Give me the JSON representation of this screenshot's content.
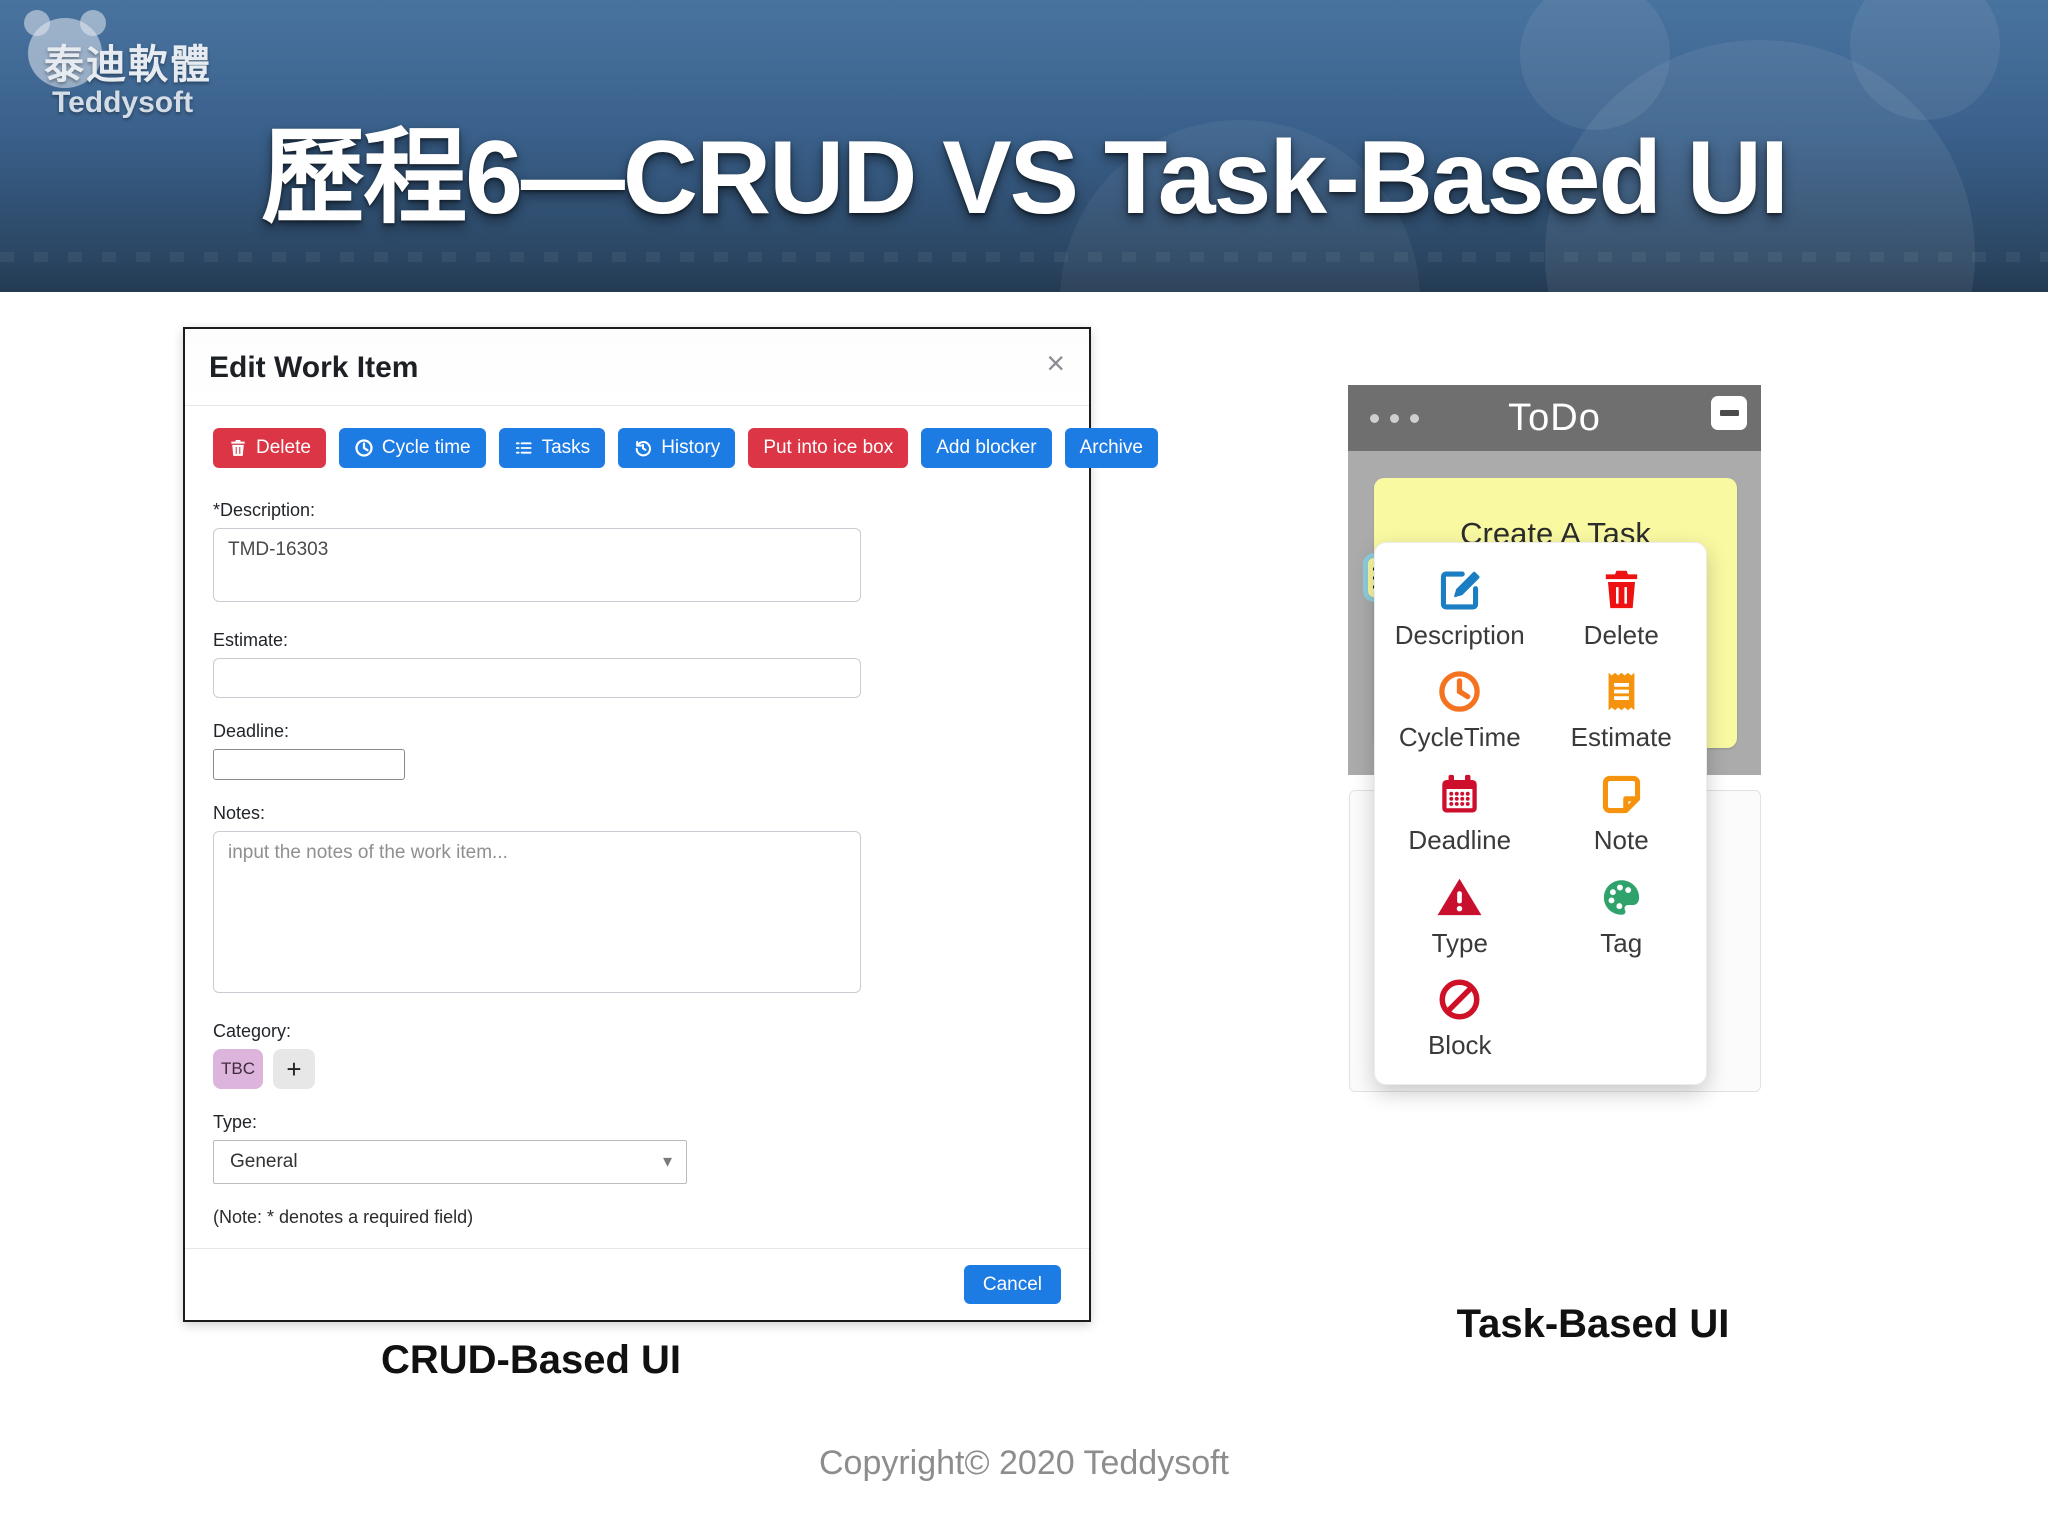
{
  "header": {
    "logo_cjk": "泰迪軟體",
    "logo_latin": "Teddysoft",
    "title": "歷程6—CRUD VS Task-Based UI"
  },
  "crud": {
    "caption": "CRUD-Based UI",
    "modal": {
      "title": "Edit Work Item",
      "close": "×",
      "toolbar": [
        {
          "label": "Delete",
          "variant": "danger",
          "icon": "trash-icon"
        },
        {
          "label": "Cycle time",
          "variant": "primary",
          "icon": "clock-icon"
        },
        {
          "label": "Tasks",
          "variant": "primary",
          "icon": "tasks-icon"
        },
        {
          "label": "History",
          "variant": "primary",
          "icon": "history-icon"
        },
        {
          "label": "Put into ice box",
          "variant": "danger",
          "icon": ""
        },
        {
          "label": "Add blocker",
          "variant": "primary",
          "icon": ""
        },
        {
          "label": "Archive",
          "variant": "primary",
          "icon": ""
        }
      ],
      "fields": {
        "description_label": "*Description:",
        "description_value": "TMD-16303",
        "estimate_label": "Estimate:",
        "estimate_value": "",
        "deadline_label": "Deadline:",
        "deadline_value": "",
        "notes_label": "Notes:",
        "notes_placeholder": "input the notes of the work item...",
        "category_label": "Category:",
        "category_tag": "TBC",
        "category_add": "+",
        "type_label": "Type:",
        "type_value": "General",
        "required_note": "(Note: * denotes a required field)"
      },
      "cancel_label": "Cancel"
    }
  },
  "task": {
    "caption": "Task-Based UI",
    "window": {
      "title": "ToDo",
      "card_text": "Create A Task",
      "menu": [
        {
          "label": "Description",
          "icon": "edit-icon",
          "color": "#1b7ec2"
        },
        {
          "label": "Delete",
          "icon": "trash-icon",
          "color": "#ee1111"
        },
        {
          "label": "CycleTime",
          "icon": "clock-icon",
          "color": "#f47321"
        },
        {
          "label": "Estimate",
          "icon": "receipt-icon",
          "color": "#f5930f"
        },
        {
          "label": "Deadline",
          "icon": "calendar-icon",
          "color": "#ce0e2d"
        },
        {
          "label": "Note",
          "icon": "note-icon",
          "color": "#f5930f"
        },
        {
          "label": "Type",
          "icon": "warning-icon",
          "color": "#c8102e"
        },
        {
          "label": "Tag",
          "icon": "palette-icon",
          "color": "#2fa36b"
        },
        {
          "label": "Block",
          "icon": "ban-icon",
          "color": "#ce1126"
        }
      ]
    }
  },
  "footer": {
    "copyright": "Copyright© 2020 Teddysoft"
  },
  "colors": {
    "header_top": "#49739f",
    "header_bottom": "#2b4663",
    "primary_blue": "#1d7be4",
    "danger_red": "#dc3545",
    "todo_titlebar": "#6f6f6f",
    "todo_body": "#ababab",
    "card_yellow": "#f9f9a2",
    "hamburger_teal": "#8ecddb",
    "tbc_chip": "#ddb4dc"
  }
}
